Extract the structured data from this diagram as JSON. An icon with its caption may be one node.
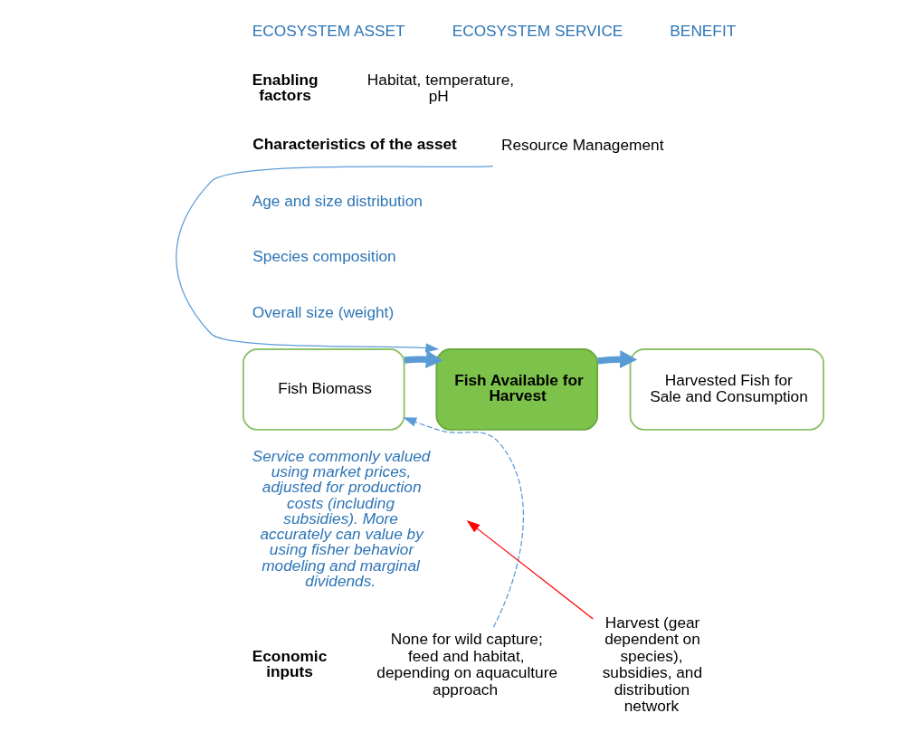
{
  "diagram": {
    "nodes": [
      {
        "text": [
          "Fish Biomass"
        ]
      },
      {
        "text": [
          "Fish Available for Harvest"
        ],
        "beside": [
          "Service commonly valued using market prices, adjusted for production costs (including subsidies). More accurately can value by using fisher behavior modeling and marginal dividends."
        ]
      },
      {
        "text": [
          "Harvested Fish for Sale and Consumption"
        ]
      },
      {
        "text": [
          "Resource Management"
        ]
      },
      {
        "text": [
          "None for wild capture; feed and habitat, depending on aquaculture approach"
        ]
      },
      {
        "text": [
          "Harvest (gear dependent on species), subsidies, and distribution network"
        ]
      }
    ],
    "edges": [
      {
        "from": 0,
        "to": 1,
        "arrow": "to",
        "style": "thick"
      },
      {
        "from": 1,
        "to": 2,
        "arrow": "to",
        "style": "thick"
      },
      {
        "from": 3,
        "to": 1,
        "arrow": "to"
      },
      {
        "from": 4,
        "to": 0,
        "arrow": "to",
        "style": "dashed"
      },
      {
        "from": 5,
        "to": null,
        "arrow": "to",
        "color": "#ff0000"
      }
    ],
    "labels": [
      "ECOSYSTEM ASSET",
      "ECOSYSTEM SERVICE",
      "BENEFIT",
      "Enabling factors",
      "Habitat, temperature, pH",
      "Characteristics of the asset",
      "Age and size distribution",
      "Species composition",
      "Overall size (weight)",
      "Economic inputs"
    ]
  }
}
